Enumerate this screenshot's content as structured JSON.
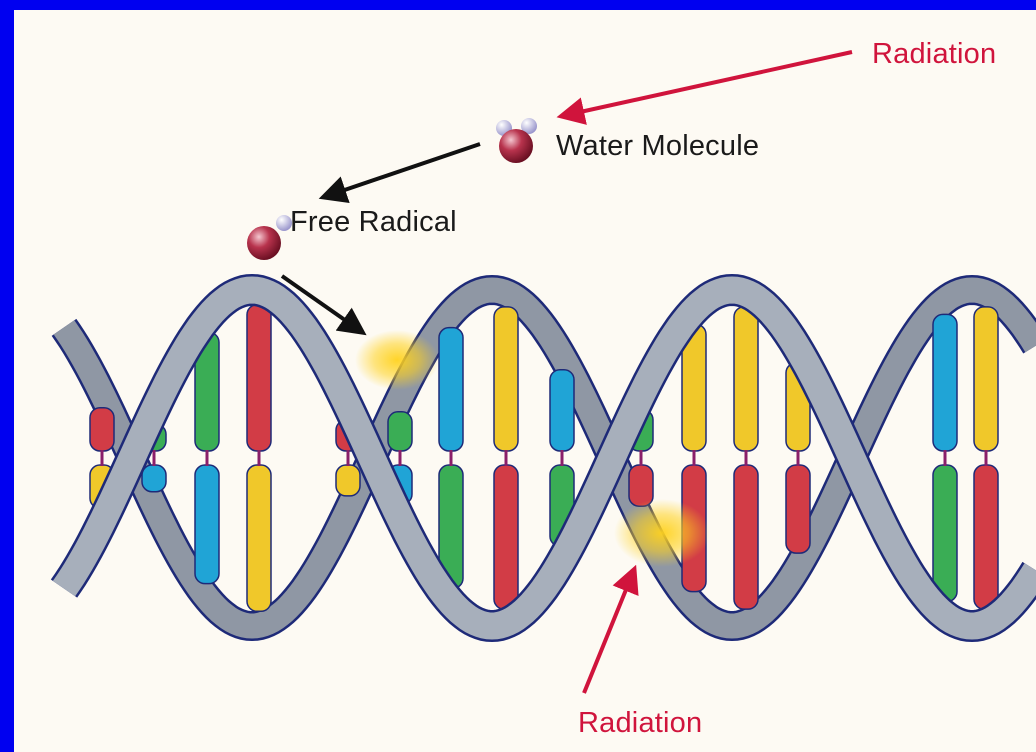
{
  "labels": {
    "radiation_top": "Radiation",
    "water_molecule": "Water Molecule",
    "free_radical": "Free Radical",
    "radiation_bottom": "Radiation"
  },
  "colors": {
    "border": "#0000f0",
    "background": "#fdfaf3",
    "radiation_arrow": "#d0143c",
    "reaction_arrow": "#111111",
    "backbone": "#a7afbb",
    "backbone_edge": "#1e2a78",
    "base_red": "#d23c46",
    "base_yellow": "#f0c82a",
    "base_green": "#3aad55",
    "base_blue": "#20a4d6",
    "damage_glow": "#ffd21e"
  },
  "icons": [
    "water-molecule-icon",
    "free-radical-icon"
  ]
}
